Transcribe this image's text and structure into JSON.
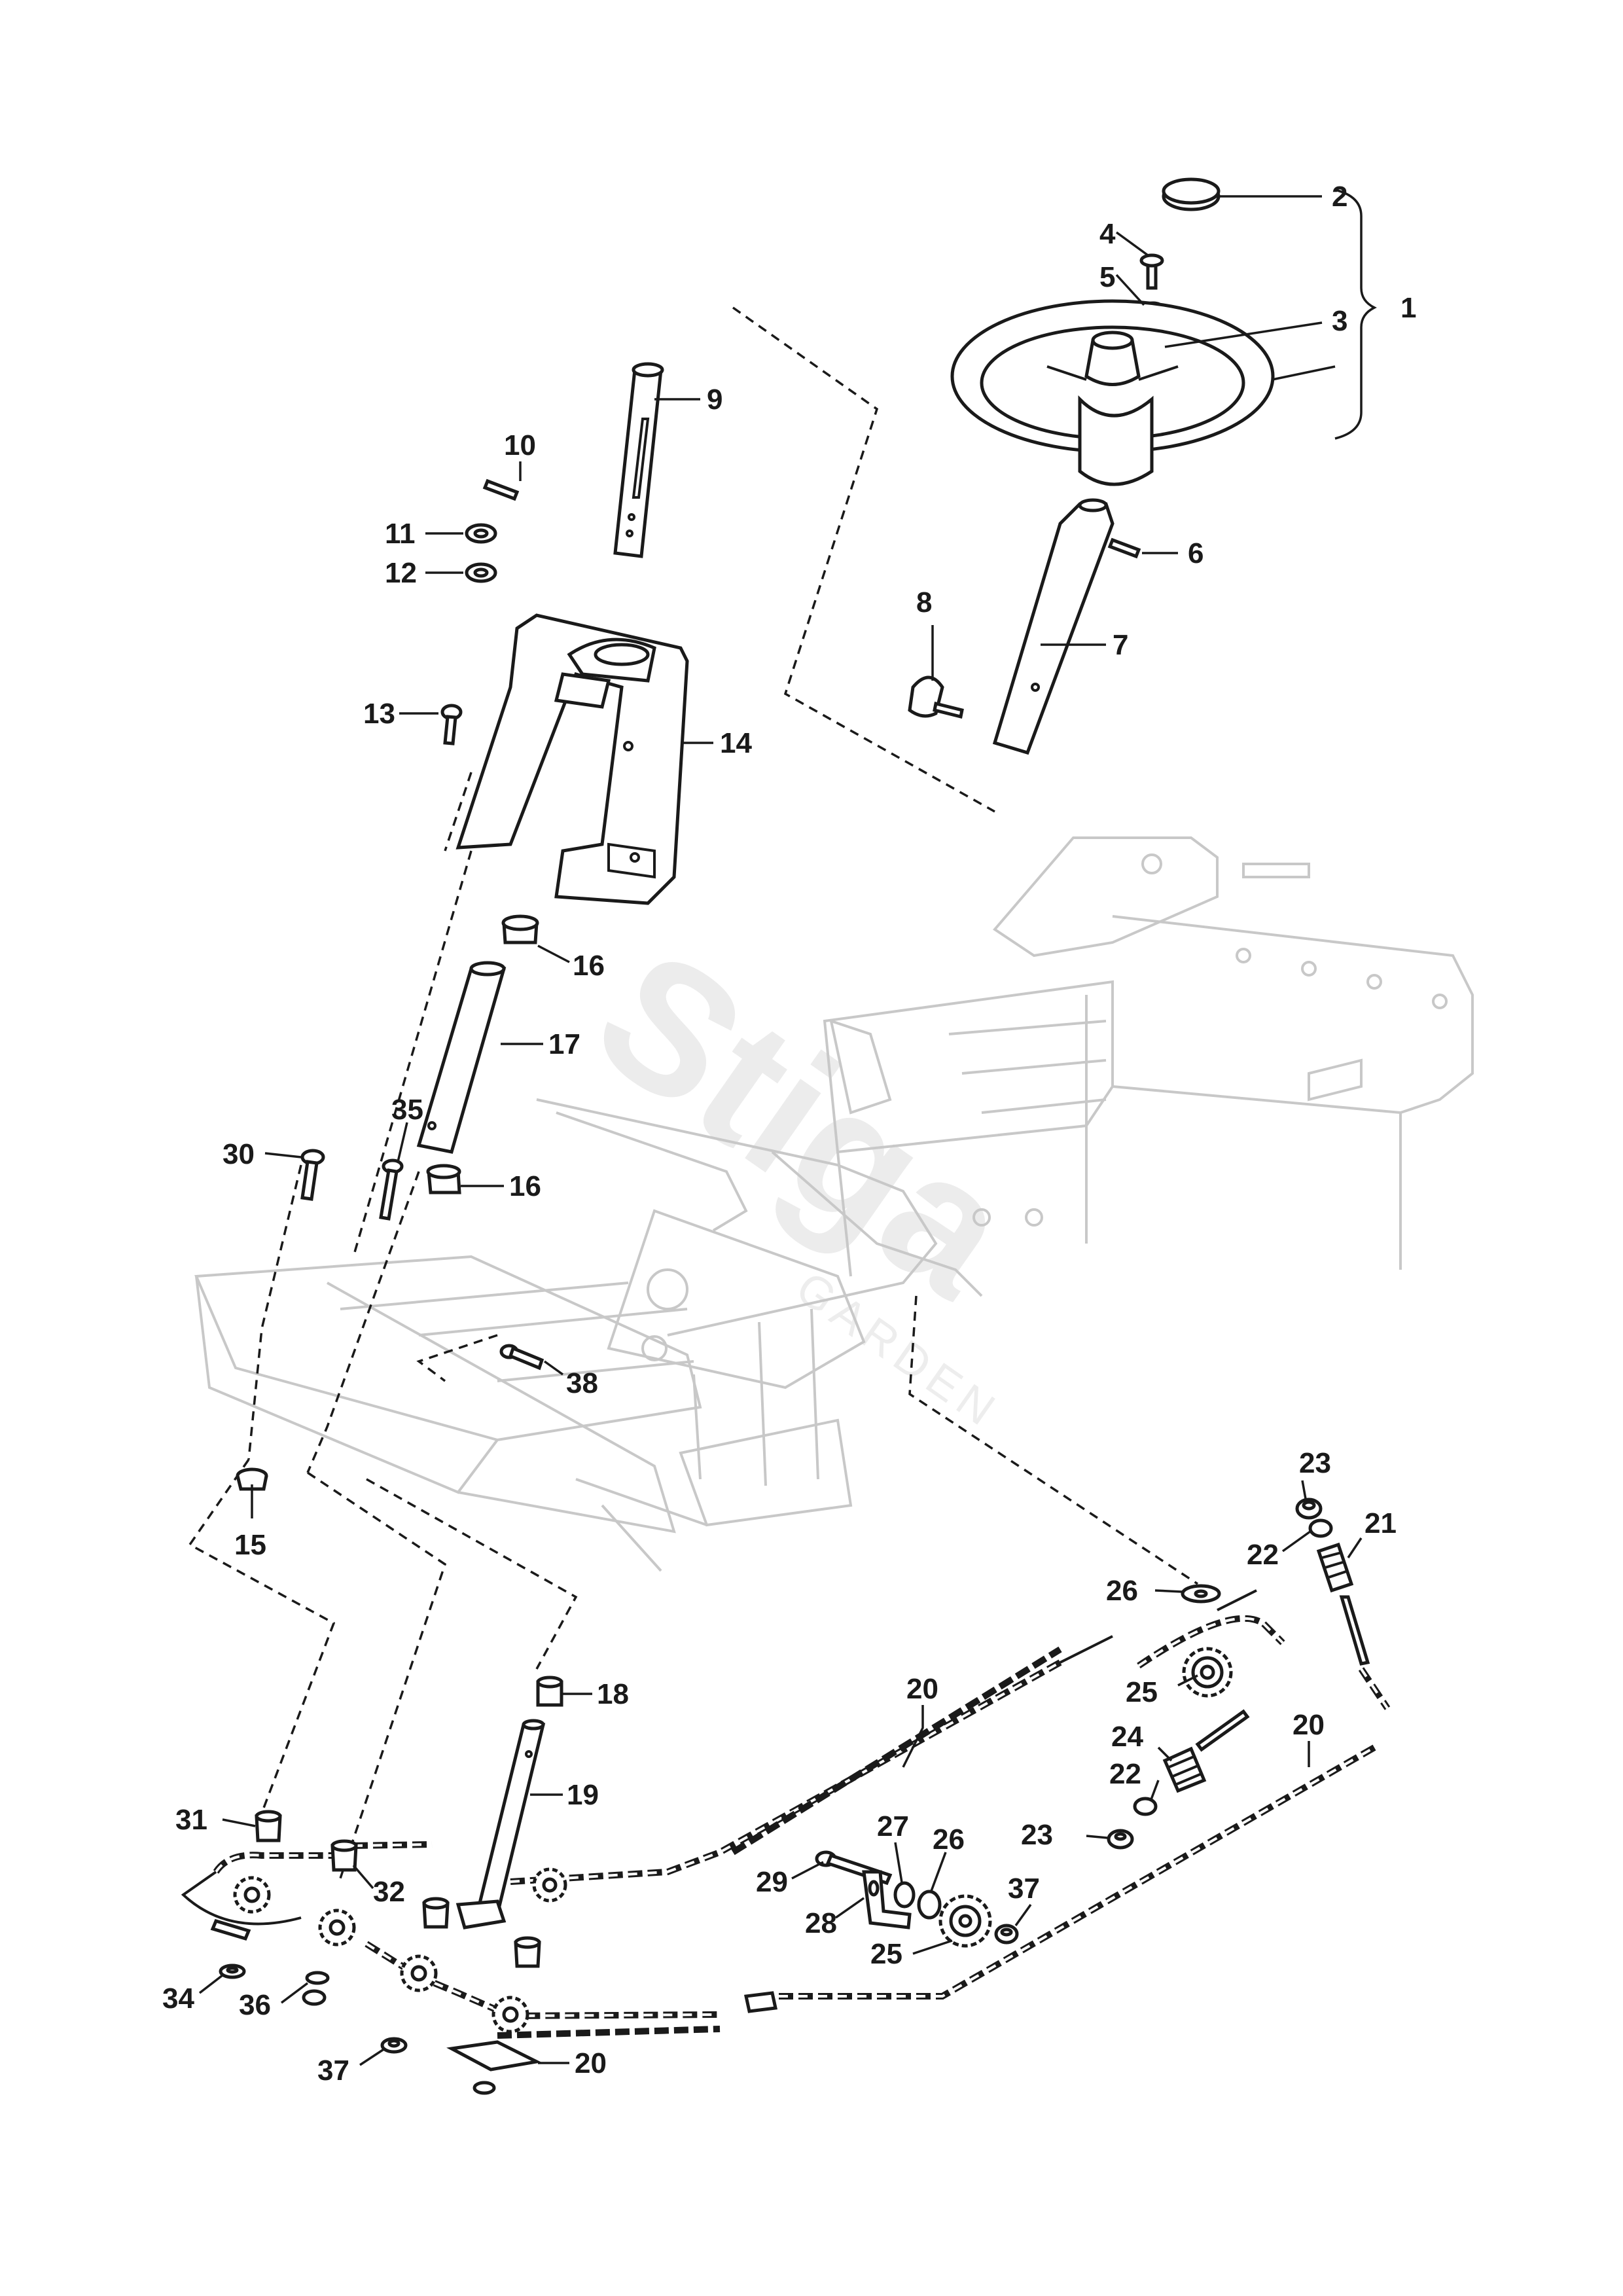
{
  "watermark": {
    "brand": "Stiga",
    "sub": "GARDEN"
  },
  "callouts": {
    "c1": "1",
    "c2": "2",
    "c3": "3",
    "c4": "4",
    "c5": "5",
    "c6": "6",
    "c7": "7",
    "c8": "8",
    "c9": "9",
    "c10": "10",
    "c11": "11",
    "c12": "12",
    "c13": "13",
    "c14": "14",
    "c15": "15",
    "c16a": "16",
    "c16b": "16",
    "c17": "17",
    "c18": "18",
    "c19": "19",
    "c20a": "20",
    "c20b": "20",
    "c20c": "20",
    "c21": "21",
    "c22a": "22",
    "c22b": "22",
    "c23a": "23",
    "c23b": "23",
    "c24": "24",
    "c25a": "25",
    "c25b": "25",
    "c26a": "26",
    "c26b": "26",
    "c27": "27",
    "c28": "28",
    "c29": "29",
    "c30": "30",
    "c31": "31",
    "c32": "32",
    "c34": "34",
    "c35": "35",
    "c36": "36",
    "c37a": "37",
    "c37b": "37",
    "c38": "38"
  }
}
